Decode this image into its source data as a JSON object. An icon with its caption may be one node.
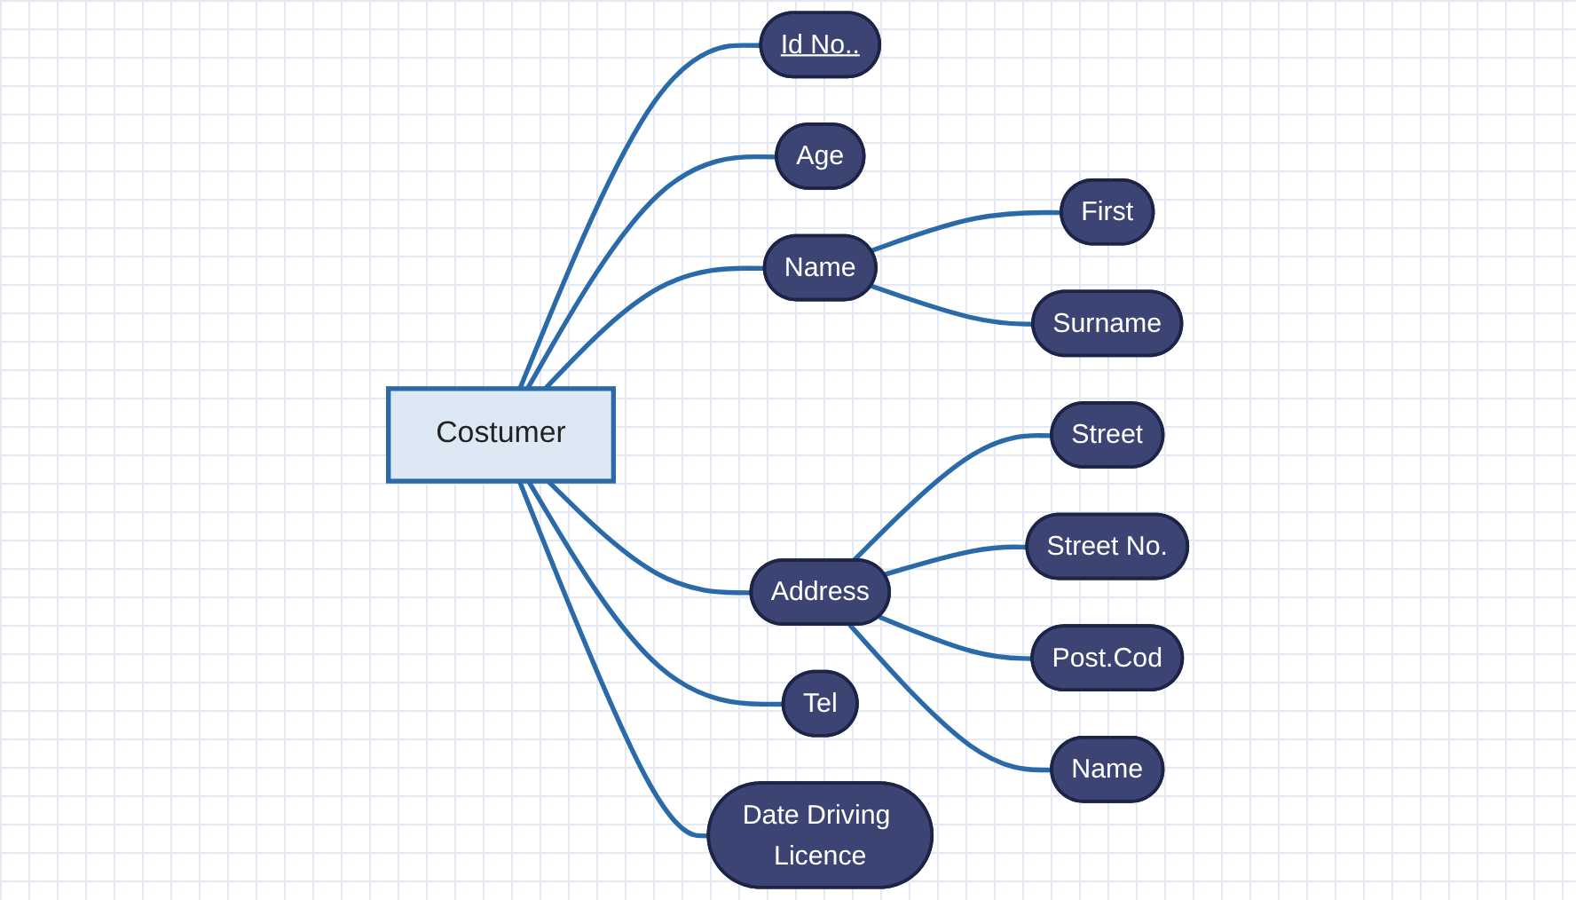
{
  "diagram": {
    "nodes": [
      {
        "text": [
          "Id No.."
        ]
      },
      {
        "text": [
          "Age"
        ]
      },
      {
        "text": [
          "Costumer"
        ]
      },
      {
        "text": [
          "Name"
        ]
      },
      {
        "text": [
          "First"
        ]
      },
      {
        "text": [
          "Surname"
        ]
      },
      {
        "text": [
          "Tel"
        ]
      },
      {
        "text": [
          "Date Driving Licence"
        ]
      },
      {
        "text": [
          "Address"
        ]
      },
      {
        "text": [
          "Street"
        ]
      },
      {
        "text": [
          "Street No."
        ]
      },
      {
        "text": [
          "Post.Cod"
        ]
      },
      {
        "text": [
          "Name"
        ]
      }
    ],
    "edges": [
      {
        "from": 2,
        "to": 0,
        "arrow": "none"
      },
      {
        "from": 2,
        "to": 1,
        "arrow": "none"
      },
      {
        "from": 2,
        "to": 3,
        "arrow": "none"
      },
      {
        "from": 3,
        "to": 4,
        "arrow": "none"
      },
      {
        "from": 3,
        "to": 5,
        "arrow": "none"
      },
      {
        "from": 2,
        "to": 6,
        "arrow": "none"
      },
      {
        "from": 2,
        "to": 7,
        "arrow": "none"
      },
      {
        "from": 2,
        "to": 8,
        "arrow": "none"
      },
      {
        "from": 8,
        "to": 9,
        "arrow": "none"
      },
      {
        "from": 8,
        "to": 10,
        "arrow": "none"
      },
      {
        "from": 8,
        "to": 11,
        "arrow": "none"
      },
      {
        "from": 8,
        "to": 12,
        "arrow": "none"
      }
    ]
  }
}
